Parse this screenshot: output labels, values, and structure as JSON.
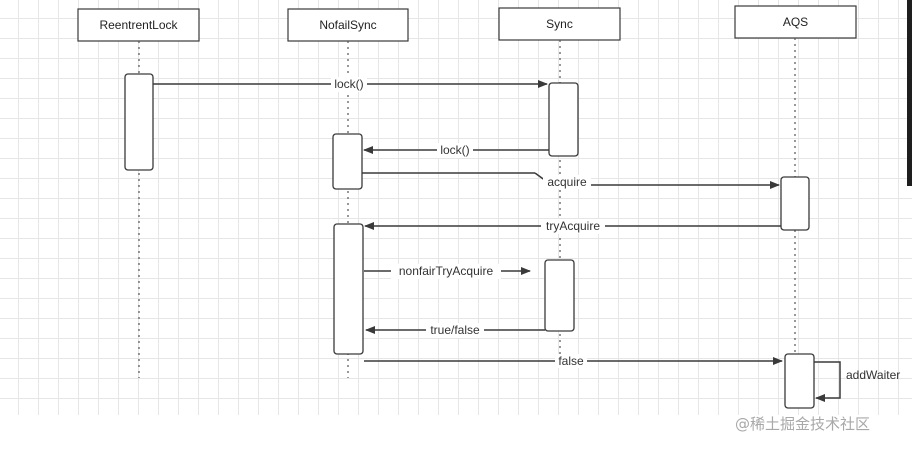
{
  "participants": [
    {
      "id": "reentrantlock",
      "label": "ReentrentLock"
    },
    {
      "id": "nofailsync",
      "label": "NofailSync"
    },
    {
      "id": "sync",
      "label": "Sync"
    },
    {
      "id": "aqs",
      "label": "AQS"
    }
  ],
  "messages": [
    {
      "label": "lock()",
      "from": "ReentrentLock",
      "to": "Sync"
    },
    {
      "label": "lock()",
      "from": "Sync",
      "to": "NofailSync"
    },
    {
      "label": "acquire",
      "from": "NofailSync",
      "to": "AQS"
    },
    {
      "label": "tryAcquire",
      "from": "AQS",
      "to": "NofailSync"
    },
    {
      "label": "nonfairTryAcquire",
      "from": "NofailSync",
      "to": "Sync"
    },
    {
      "label": "true/false",
      "from": "Sync",
      "to": "NofailSync"
    },
    {
      "label": "false",
      "from": "NofailSync",
      "to": "AQS"
    },
    {
      "label": "addWaiter",
      "from": "AQS",
      "to": "AQS"
    }
  ],
  "watermark": "@稀土掘金技术社区",
  "colors": {
    "line": "#3a3a3a",
    "box_fill": "#ffffff",
    "grid": "#e6e6e6",
    "watermark": "#a8a8a8"
  }
}
